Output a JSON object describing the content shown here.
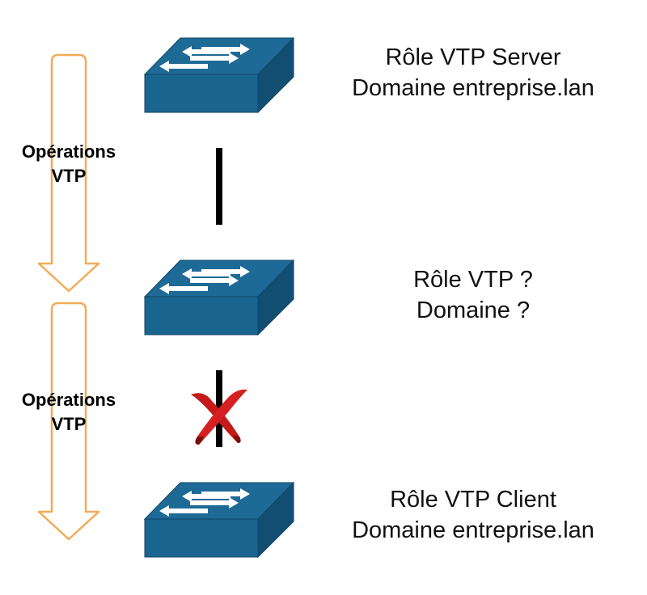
{
  "colors": {
    "switch_top": "#1e6a96",
    "switch_front": "#1a6590",
    "switch_side": "#124e72",
    "arrow_outline": "#f2ab57",
    "link": "#000000",
    "cross": "#c41a1a"
  },
  "icons": [
    "switch-icon",
    "arrow-down-icon",
    "red-cross-icon"
  ],
  "flows": [
    {
      "line1": "Opérations",
      "line2": "VTP"
    },
    {
      "line1": "Opérations",
      "line2": "VTP"
    }
  ],
  "switches": [
    {
      "role": "Rôle VTP Server",
      "domain": "Domaine entreprise.lan"
    },
    {
      "role": "Rôle VTP ?",
      "domain": "Domaine ?"
    },
    {
      "role": "Rôle VTP Client",
      "domain": "Domaine entreprise.lan"
    }
  ],
  "links": [
    {
      "status": "up"
    },
    {
      "status": "blocked"
    }
  ]
}
